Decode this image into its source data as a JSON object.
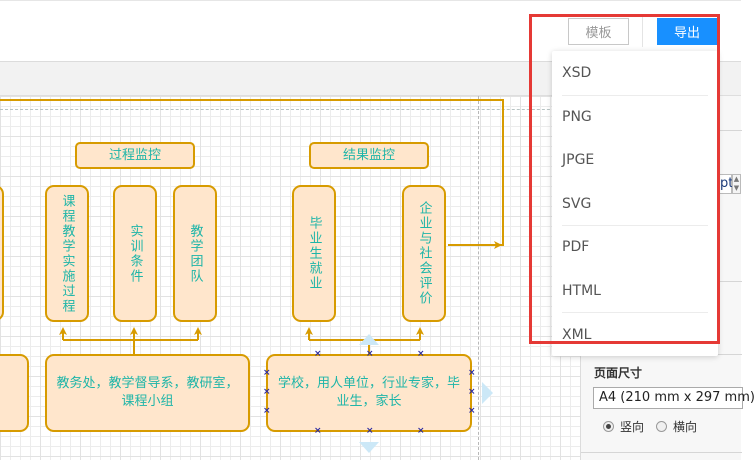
{
  "header": {
    "template_button": "模板",
    "export_button": "导出"
  },
  "export_menu": {
    "items": [
      "XSD",
      "PNG",
      "JPGE",
      "SVG",
      "PDF",
      "HTML",
      "XML"
    ]
  },
  "diagram": {
    "labels": {
      "process_monitor": "过程监控",
      "result_monitor": "结果监控"
    },
    "vertical_nodes": {
      "course_teaching": "课程教学实施过程",
      "training_conditions": "实训条件",
      "teaching_team": "教学团队",
      "graduate_employment": "毕业生就业",
      "enterprise_evaluation": "企业与社会评价"
    },
    "bottom_nodes": {
      "academic_affairs": "教务处，教学督导系，教研室，课程小组",
      "school_stakeholders": "学校，用人单位，行业专家，毕业生，家长"
    },
    "colors": {
      "node_fill": "#ffe6cc",
      "node_stroke": "#d79b00",
      "node_text": "#1fb5a8",
      "highlight": "#e53935",
      "accent": "#1890ff"
    }
  },
  "format_panel": {
    "font_unit": "pt",
    "page_size_label": "页面尺寸",
    "page_size_value": "A4 (210 mm x 297 mm)",
    "orientation": {
      "portrait": "竖向",
      "landscape": "横向",
      "selected": "portrait"
    }
  }
}
